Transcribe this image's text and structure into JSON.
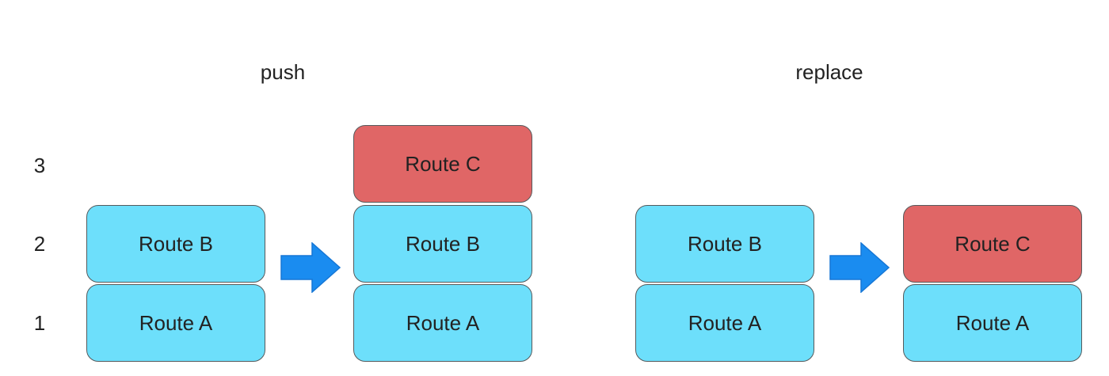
{
  "sections": {
    "push": {
      "title": "push"
    },
    "replace": {
      "title": "replace"
    }
  },
  "levels": [
    "3",
    "2",
    "1"
  ],
  "stacks": {
    "push_before": [
      "Route B",
      "Route A"
    ],
    "push_after": [
      "Route C",
      "Route B",
      "Route A"
    ],
    "replace_before": [
      "Route B",
      "Route A"
    ],
    "replace_after": [
      "Route C",
      "Route A"
    ]
  },
  "colors": {
    "route_blue": "#6ddffb",
    "route_red": "#e06666",
    "arrow_blue": "#1a8cf0",
    "border": "#555a5c"
  }
}
